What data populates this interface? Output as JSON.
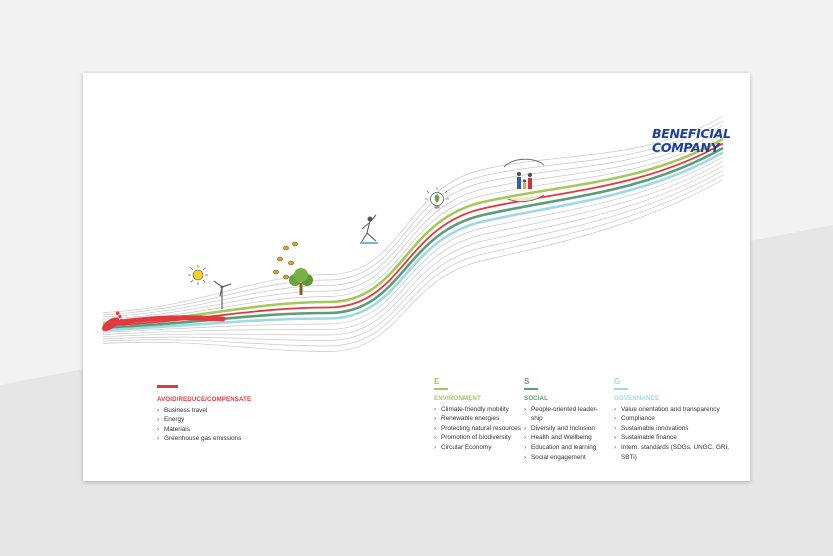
{
  "title": {
    "line1": "BENEFICIAL",
    "line2": "COMPANY"
  },
  "colors": {
    "background": "#f2f2f2",
    "card": "#ffffff",
    "title": "#1f3f9c",
    "avoid": "#e2393f",
    "environment": "#a5c85a",
    "social": "#5b9e74",
    "governance": "#9fd8e6",
    "wave_grey": "#c7c7c7"
  },
  "icons": [
    "footprint-icon",
    "sun-icon",
    "wind-turbine-icon",
    "bees-icon",
    "tree-icon",
    "yoga-person-icon",
    "lightbulb-leaf-icon",
    "family-hands-icon"
  ],
  "avoid": {
    "heading": "AVOID/REDUCE/COMPENSATE",
    "items": [
      "Business travel",
      "Energy",
      "Materials",
      "Greenhouse gas emissions"
    ]
  },
  "environment": {
    "letter": "E",
    "heading": "ENVIRONMENT",
    "items": [
      "Climate-friendly mobility",
      "Renewable energies",
      "Protecting natural resources",
      "Promotion of biodiversity",
      "Circular Economy"
    ]
  },
  "social": {
    "letter": "S",
    "heading": "SOCIAL",
    "items": [
      "People-oriented leader-ship",
      "Diversity and Inclusion",
      "Health and Wellbeing",
      "Education and learning",
      "Social engagement"
    ]
  },
  "governance": {
    "letter": "G",
    "heading": "GOVERNANCE",
    "items": [
      "Value orientation and transparency",
      "Compliance",
      "Sustainable innovations",
      "Sustainable finance",
      "Intern. standards (SDGs, UNGC, GRI, SBTi)"
    ]
  }
}
